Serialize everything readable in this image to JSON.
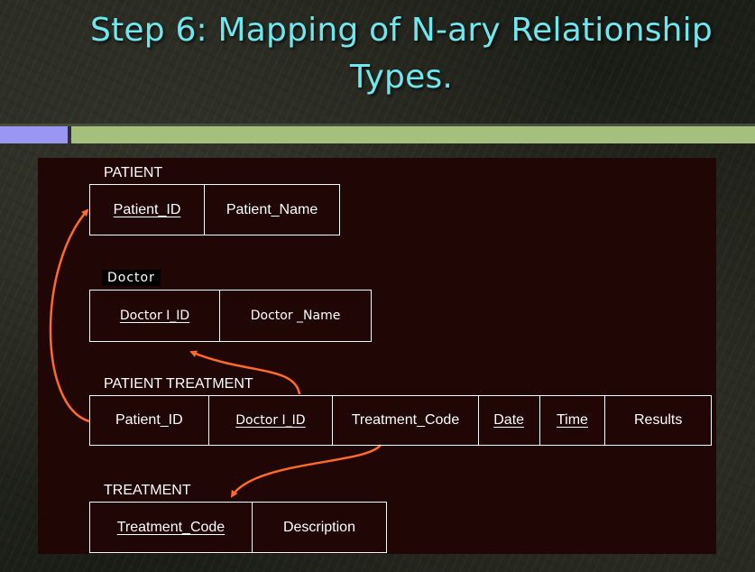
{
  "slide": {
    "title_line1": "Step 6: Mapping of N-ary Relationship",
    "title_line2": "Types.",
    "colors": {
      "title": "#6ee8ee",
      "band_left": "#9a97f2",
      "band_right": "#a4c07c",
      "diagram_background": "#200605",
      "arrow": "#ff6a2a"
    }
  },
  "tables": {
    "patient": {
      "name": "PATIENT",
      "fields": [
        "Patient_ID",
        "Patient_Name"
      ]
    },
    "doctor": {
      "name": "Doctor",
      "fields": [
        "Doctor I_ID",
        "Doctor _Name"
      ]
    },
    "patient_treatment": {
      "name": "PATIENT TREATMENT",
      "fields": [
        "Patient_ID",
        "Doctor I_ID",
        "Treatment_Code",
        "Date",
        "Time",
        "Results"
      ]
    },
    "treatment": {
      "name": "TREATMENT",
      "fields": [
        "Treatment_Code",
        "Description"
      ]
    }
  }
}
